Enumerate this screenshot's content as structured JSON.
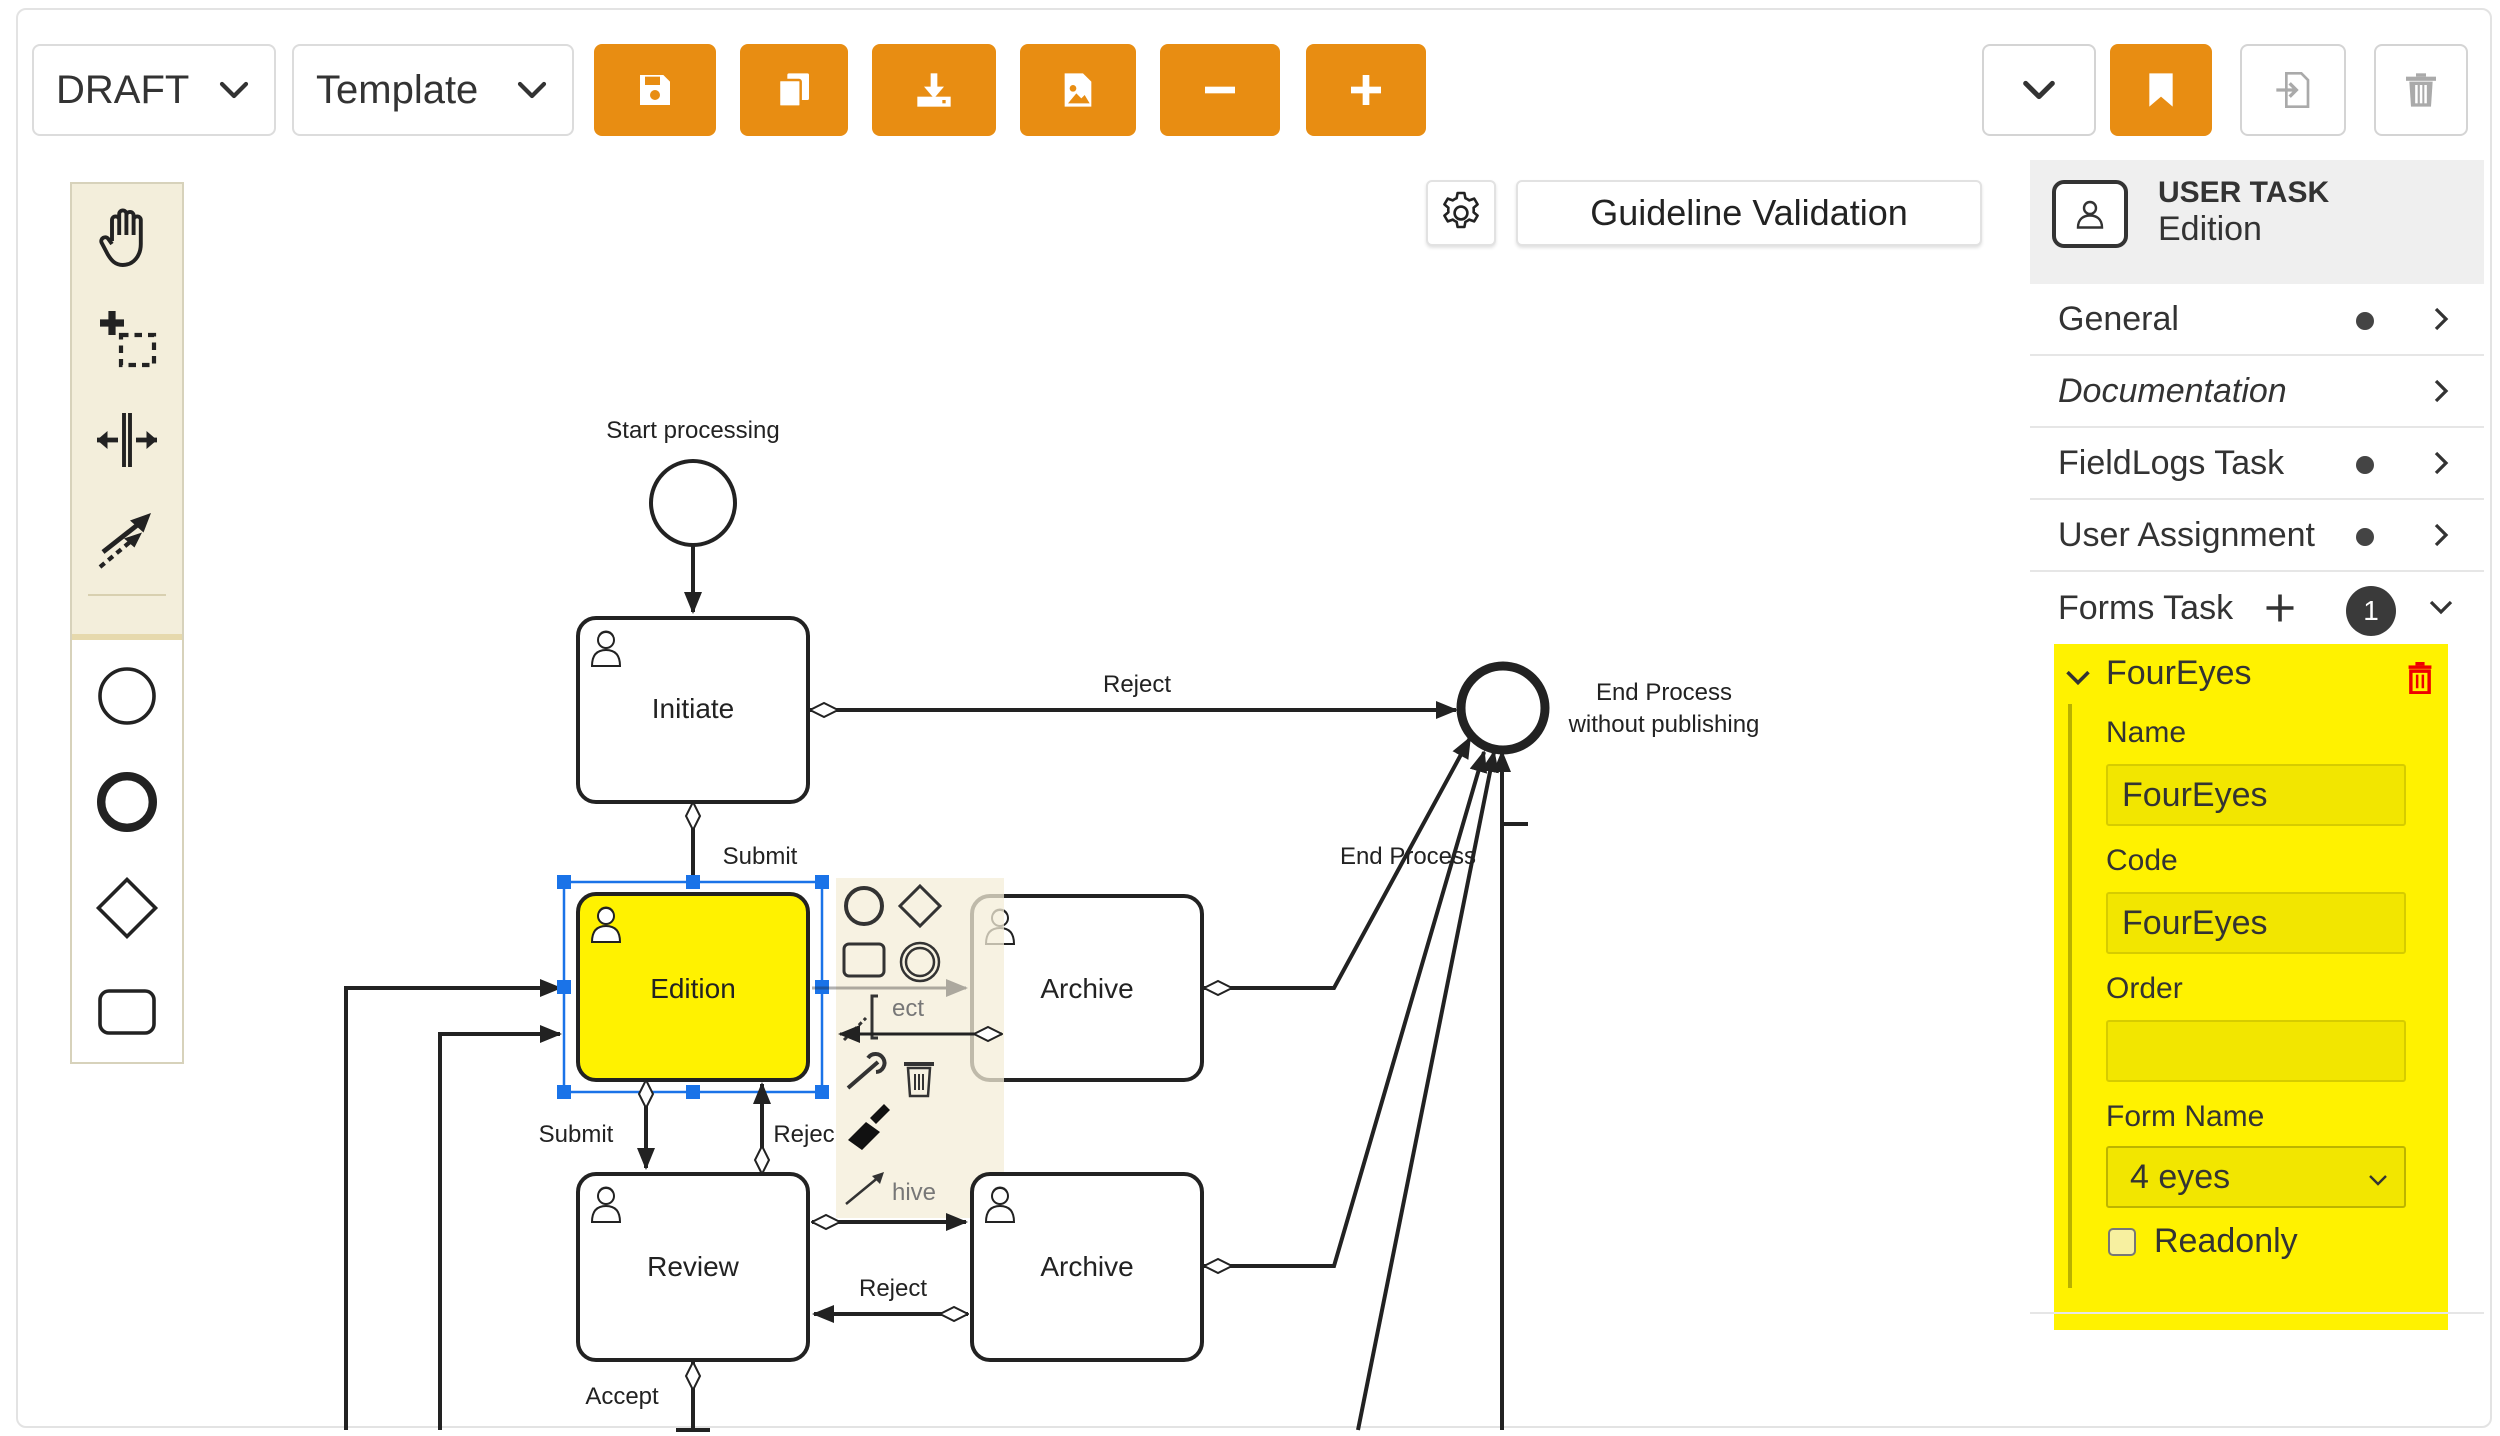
{
  "toolbar": {
    "status_select": "DRAFT",
    "template_select": "Template",
    "buttons": [
      "save-icon",
      "copy-icon",
      "download-icon",
      "export-image-icon",
      "zoom-out-icon",
      "zoom-in-icon"
    ],
    "right_buttons": [
      "chevron-down-icon",
      "bookmark-icon",
      "import-icon",
      "trash-icon"
    ],
    "accent_color": "#e88d12"
  },
  "palette": {
    "tools": [
      "hand-tool-icon",
      "lasso-tool-icon",
      "space-tool-icon",
      "connect-tool-icon"
    ],
    "shapes": [
      "start-event-icon",
      "end-event-icon",
      "gateway-icon",
      "task-icon"
    ]
  },
  "canvas": {
    "validation_label": "Guideline Validation",
    "start_event_label": "Start processing",
    "end_event_label_line1": "End Process",
    "end_event_label_line2": "without publishing",
    "tasks": {
      "initiate": "Initiate",
      "edition": "Edition",
      "archive_top": "Archive",
      "review": "Review",
      "archive_bottom": "Archive"
    },
    "flow_labels": {
      "reject_top": "Reject",
      "submit_1": "Submit",
      "end_process": "End Process",
      "submit_2": "Submit",
      "reject_edition": "Rejec",
      "reject_review": "Reject",
      "accept": "Accept",
      "hidden_ect": "ect",
      "hidden_hive": "hive"
    },
    "selected_color": "#fff200"
  },
  "panel": {
    "element_type": "USER TASK",
    "element_name": "Edition",
    "sections": [
      {
        "label": "General",
        "has_dot": true
      },
      {
        "label": "Documentation",
        "has_dot": false
      },
      {
        "label": "FieldLogs Task",
        "has_dot": true
      },
      {
        "label": "User Assignment",
        "has_dot": true
      }
    ],
    "forms_task": {
      "label": "Forms Task",
      "count": "1",
      "form": {
        "title": "FourEyes",
        "name_label": "Name",
        "name_value": "FourEyes",
        "code_label": "Code",
        "code_value": "FourEyes",
        "order_label": "Order",
        "order_value": "",
        "form_name_label": "Form Name",
        "form_name_value": "4 eyes",
        "readonly_label": "Readonly",
        "readonly_checked": false
      }
    }
  }
}
